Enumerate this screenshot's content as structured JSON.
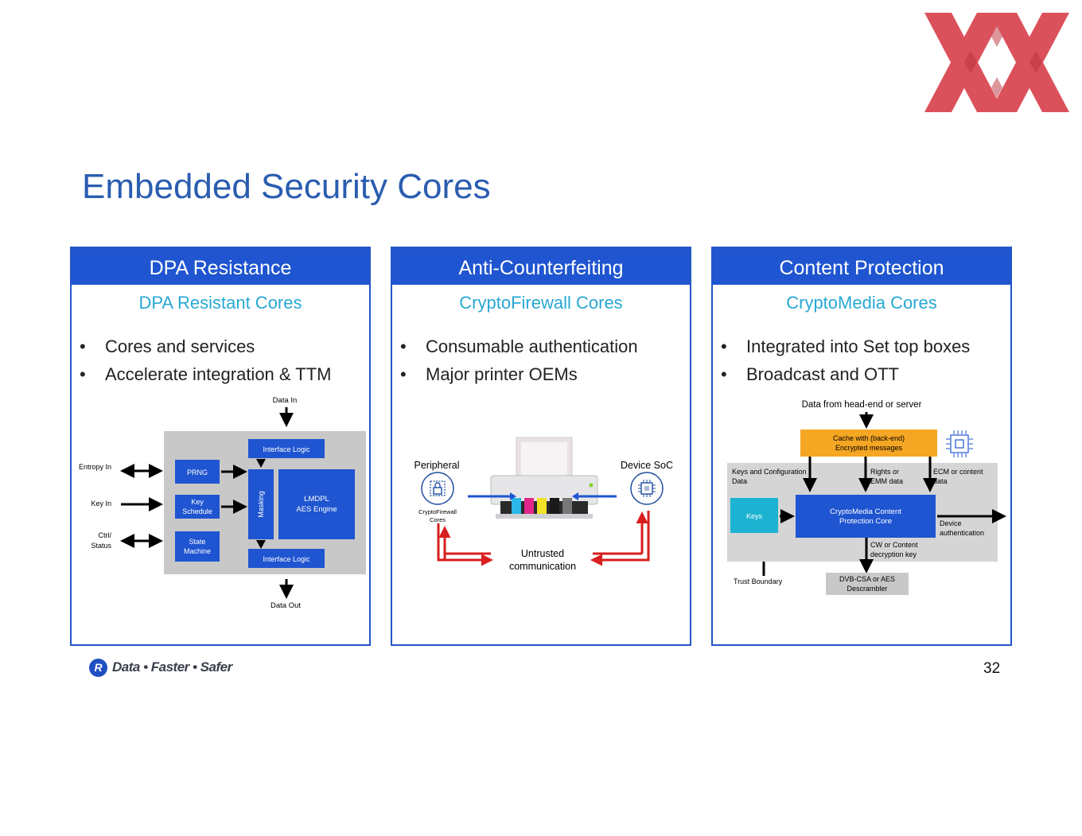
{
  "header": {
    "title": "Embedded Security Cores"
  },
  "colors": {
    "accent": "#1f55d0",
    "title": "#2a5db0",
    "subtitle": "#28a8d4",
    "gray_box": "#c8c8c8",
    "orange": "#f5a623",
    "teal": "#1bb3d1",
    "red": "#d81e1e",
    "logo_red": "#d9434e"
  },
  "panels": [
    {
      "heading": "DPA Resistance",
      "subheading": "DPA Resistant Cores",
      "bullets": [
        "Cores and services",
        "Accelerate integration & TTM"
      ],
      "diagram": {
        "data_in": "Data In",
        "data_out": "Data Out",
        "entropy_in": "Entropy In",
        "key_in": "Key In",
        "ctrl_l1": "Ctrl/",
        "ctrl_l2": "Status",
        "prng": "PRNG",
        "key_schedule_l1": "Key",
        "key_schedule_l2": "Schedule",
        "state_machine_l1": "State",
        "state_machine_l2": "Machine",
        "masking": "Masking",
        "lmdpl_l1": "LMDPL",
        "lmdpl_l2": "AES Engine",
        "interface_top": "Interface Logic",
        "interface_bottom": "Interface Logic"
      }
    },
    {
      "heading": "Anti-Counterfeiting",
      "subheading": "CryptoFirewall Cores",
      "bullets": [
        "Consumable authentication",
        "Major printer OEMs"
      ],
      "diagram": {
        "peripheral": "Peripheral",
        "device_soc": "Device SoC",
        "cryptofirewall_l1": "CryptoFirewall",
        "cryptofirewall_l2": "Cores",
        "untrusted_l1": "Untrusted",
        "untrusted_l2": "communication"
      }
    },
    {
      "heading": "Content Protection",
      "subheading": "CryptoMedia Cores",
      "bullets": [
        "Integrated into Set top boxes",
        "Broadcast and OTT"
      ],
      "diagram": {
        "data_from": "Data from head-end or server",
        "cache_l1": "Cache with (back-end)",
        "cache_l2": "Encrypted messages",
        "keys_config_l1": "Keys and Configuration",
        "keys_config_l2": "Data",
        "rights_l1": "Rights or",
        "rights_l2": "EMM data",
        "ecm_l1": "ECM or content",
        "ecm_l2": "data",
        "keys": "Keys",
        "core_l1": "CryptoMedia Content",
        "core_l2": "Protection Core",
        "device_auth_l1": "Device",
        "device_auth_l2": "authentication",
        "cw_l1": "CW or Content",
        "cw_l2": "decryption key",
        "trust_boundary": "Trust Boundary",
        "descrambler_l1": "DVB-CSA or AES",
        "descrambler_l2": "Descrambler"
      }
    }
  ],
  "footer": {
    "brand_initial": "R",
    "brand": "Data • Faster • Safer",
    "page_number": "32"
  }
}
